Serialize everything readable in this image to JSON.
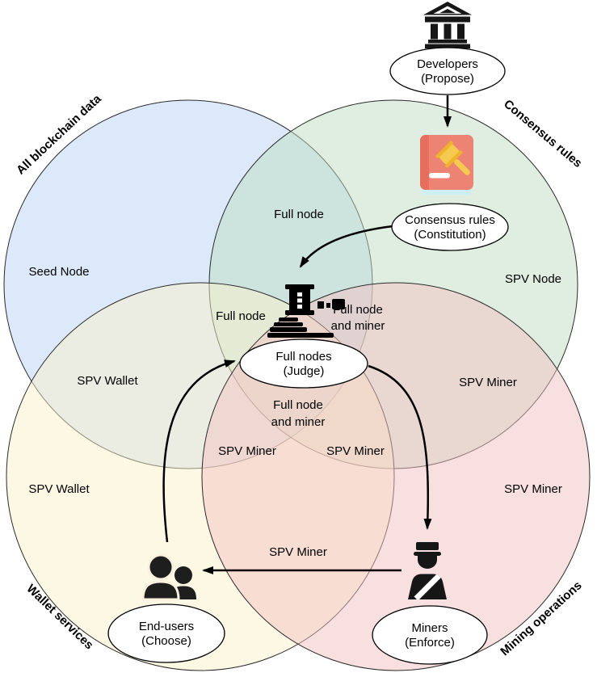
{
  "edge_labels": {
    "blue": "All blockchain data",
    "green": "Consensus rules",
    "yellow": "Wallet services",
    "pink": "Mining operations"
  },
  "region_labels": {
    "seed_node": "Seed Node",
    "full_node_top": "Full node",
    "spv_node": "SPV Node",
    "spv_wallet_upper": "SPV Wallet",
    "full_node_left": "Full node",
    "fnm_upper_line1": "Full node",
    "fnm_upper_line2": "and miner",
    "spv_miner_right": "SPV Miner",
    "fnm_lower_line1": "Full node",
    "fnm_lower_line2": "and miner",
    "spv_miner_mid_left": "SPV Miner",
    "spv_miner_mid_right": "SPV Miner",
    "spv_wallet_lower": "SPV Wallet",
    "spv_miner_bottom": "SPV Miner",
    "spv_miner_pink": "SPV Miner"
  },
  "nodes": {
    "developers": {
      "line1": "Developers",
      "line2": "(Propose)"
    },
    "constitution": {
      "line1": "Consensus rules",
      "line2": "(Constitution)"
    },
    "judge": {
      "line1": "Full nodes",
      "line2": "(Judge)"
    },
    "end_users": {
      "line1": "End-users",
      "line2": "(Choose)"
    },
    "miners": {
      "line1": "Miners",
      "line2": "(Enforce)"
    }
  },
  "icons": {
    "bank": "bank-icon",
    "rulebook": "rulebook-gavel-icon",
    "gavel": "gavel-icon",
    "users": "end-users-icon",
    "miner": "miner-icon"
  },
  "colors": {
    "blue_circle": "#b7d3f5",
    "green_circle": "#bfddc1",
    "yellow_circle": "#fbf1c9",
    "pink_circle": "#f3c1c1",
    "circle_stroke": "#2b2b2b",
    "book_cover": "#ed8373",
    "book_spine": "#e56e5e",
    "book_pages": "#cdeef2",
    "gavel_gold": "#f6c94f",
    "gavel_gold_dark": "#efb42e",
    "icon_black": "#161616",
    "arrow_black": "#000000"
  }
}
